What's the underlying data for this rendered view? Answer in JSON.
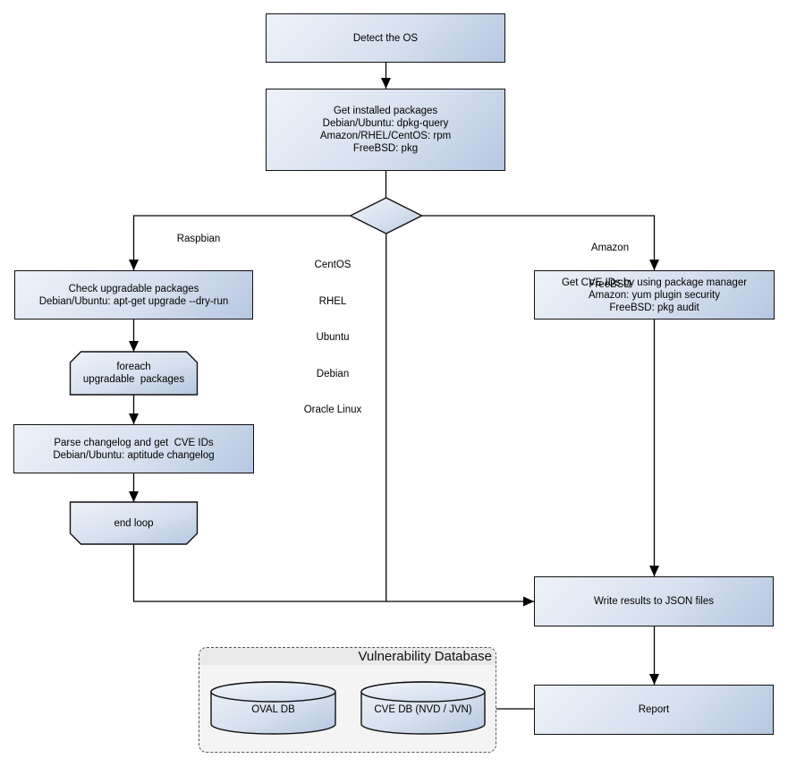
{
  "colors": {
    "node_fill_light": "#eef2f9",
    "node_fill_dark": "#b5c7e1",
    "node_border": "#111111",
    "connector": "#000000",
    "container_bg": "#f4f4f4",
    "container_header_bg": "#e9e9e9",
    "container_border": "#555555"
  },
  "nodes": {
    "detect_os": {
      "label": "Detect the OS"
    },
    "get_installed_packages": {
      "lines": [
        "Get installed packages",
        "Debian/Ubuntu: dpkg-query",
        "Amazon/RHEL/CentOS: rpm",
        "FreeBSD: pkg"
      ]
    },
    "check_upgradable": {
      "lines": [
        "Check upgradable packages",
        "Debian/Ubuntu: apt-get upgrade --dry-run"
      ]
    },
    "foreach_loop_start": {
      "lines": [
        "foreach",
        "upgradable  packages"
      ]
    },
    "parse_changelog": {
      "lines": [
        "Parse changelog and get  CVE IDs",
        "Debian/Ubuntu: aptitude changelog"
      ]
    },
    "end_loop": {
      "label": "end loop"
    },
    "get_cve_ids": {
      "lines": [
        "Get CVE IDs by using package manager",
        "Amazon: yum plugin security",
        "FreeBSD: pkg audit"
      ]
    },
    "write_results": {
      "label": "Write results to JSON files"
    },
    "report": {
      "label": "Report"
    }
  },
  "edge_labels": {
    "left_branch": "Raspbian",
    "center_branch": [
      "CentOS",
      "RHEL",
      "Ubuntu",
      "Debian",
      "Oracle Linux"
    ],
    "right_branch": [
      "Amazon",
      "FreeBSD"
    ]
  },
  "vulnerability_database": {
    "title": "Vulnerability Database",
    "oval_db": "OVAL DB",
    "cve_db": "CVE DB (NVD / JVN)"
  }
}
